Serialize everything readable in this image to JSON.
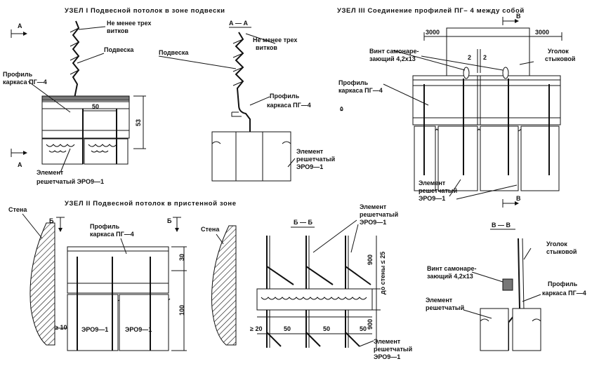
{
  "titles": {
    "node1": "УЗЕЛ I   Подвесной потолок в зоне подвески",
    "node2": "УЗЕЛ II   Подвесной потолок в пристенной зоне",
    "node3": "УЗЕЛ III   Соединение профилей ПГ– 4 между собой"
  },
  "sections": {
    "aa": "А — А",
    "bb": "Б — Б",
    "vv": "В — В",
    "a": "А",
    "b": "Б",
    "v": "В"
  },
  "labels": {
    "three_turns_1": "Не менее трех",
    "three_turns_2": "витков",
    "hanger": "Подвеска",
    "profile_1": "Профиль",
    "profile_2": "каркаса ПГ—4",
    "grating_1": "Элемент",
    "grating_2": "решетчатый",
    "grating_code": "ЭРО9—1",
    "grating_inline": "решетчатый  ЭРО9—1",
    "wall": "Стена",
    "screw_1": "Винт самонаре-",
    "screw_2": "зающий 4,2х13",
    "angle_1": "Уголок",
    "angle_2": "стыковой",
    "code_a": "ЭРО9—1",
    "code_b": "ЭРО9—1",
    "to_wall": "до стены ≤ 25"
  },
  "dims": {
    "d50": "50",
    "d53": "53",
    "d3000": "3000",
    "d2": "2",
    "d30": "30",
    "d100": "100",
    "d10": "≥ 10",
    "d20": "≥ 20",
    "d900": "900"
  }
}
